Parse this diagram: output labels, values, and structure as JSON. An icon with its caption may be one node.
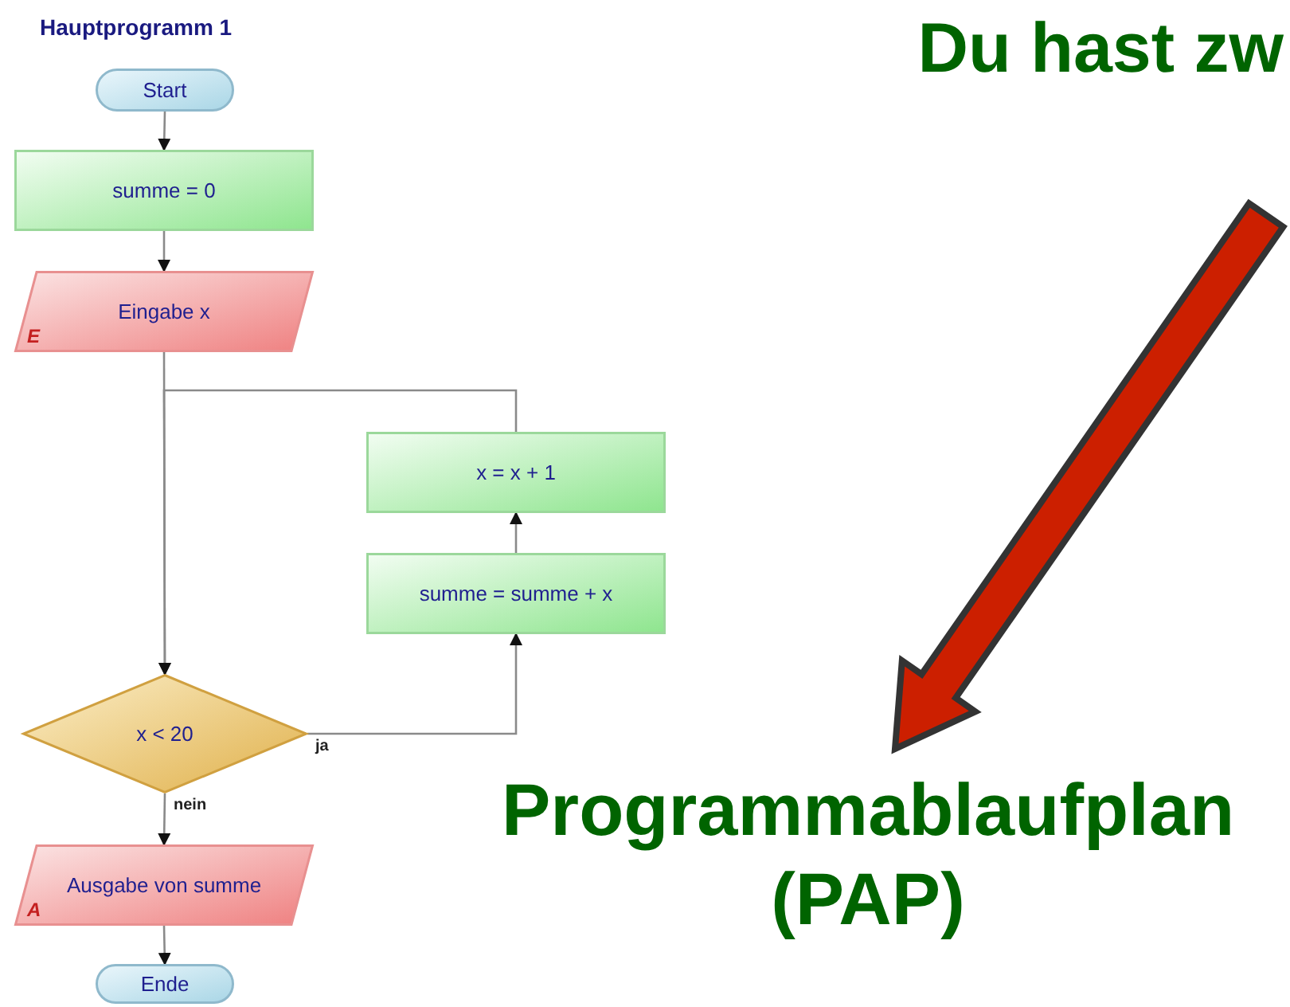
{
  "diagram": {
    "title": "Hauptprogramm 1",
    "nodes": [
      {
        "text": [
          "Start"
        ]
      },
      {
        "text": [
          "summe = 0"
        ]
      },
      {
        "text": [
          "Eingabe x",
          "E"
        ]
      },
      {
        "text": [
          "x = x + 1"
        ]
      },
      {
        "text": [
          "summe = summe + x"
        ]
      },
      {
        "text": [
          "x < 20"
        ]
      },
      {
        "text": [
          "Ausgabe von summe",
          "A"
        ]
      },
      {
        "text": [
          "Ende"
        ]
      },
      {
        "text": [
          "Programmablaufplan (PAP)"
        ]
      }
    ],
    "edges": [
      {
        "from": 0,
        "to": 1,
        "arrow": "to"
      },
      {
        "from": 1,
        "to": 2,
        "arrow": "to"
      },
      {
        "from": 2,
        "to": 5,
        "arrow": "to"
      },
      {
        "from": 3,
        "to": 5,
        "arrow": "to"
      },
      {
        "from": 5,
        "to": 4,
        "arrow": "to",
        "label": "ja"
      },
      {
        "from": 4,
        "to": 3,
        "arrow": "to"
      },
      {
        "from": 5,
        "to": 6,
        "arrow": "to",
        "label": "nein"
      },
      {
        "from": 6,
        "to": 7,
        "arrow": "to"
      },
      {
        "from": null,
        "to": 8,
        "arrow": "to",
        "style": "thick",
        "color": "#cc1f00"
      }
    ],
    "labels": [
      "Du hast zw"
    ]
  }
}
